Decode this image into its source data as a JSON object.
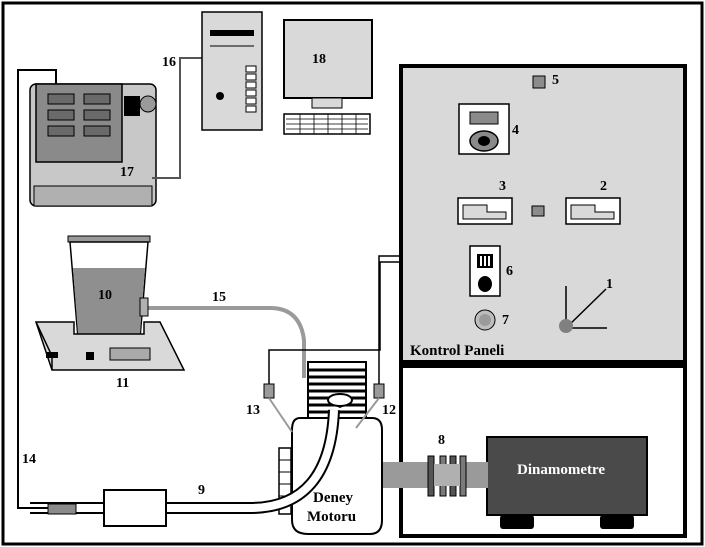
{
  "labels": {
    "n1": "1",
    "n2": "2",
    "n3": "3",
    "n4": "4",
    "n5": "5",
    "n6": "6",
    "n7": "7",
    "n8": "8",
    "n9": "9",
    "n10": "10",
    "n11": "11",
    "n12": "12",
    "n13": "13",
    "n14": "14",
    "n15": "15",
    "n16": "16",
    "n17": "17",
    "n18": "18"
  },
  "control_panel_title": "Kontrol Paneli",
  "dynamometer_label": "Dinamometre",
  "engine_label_line1": "Deney",
  "engine_label_line2": "Motoru"
}
